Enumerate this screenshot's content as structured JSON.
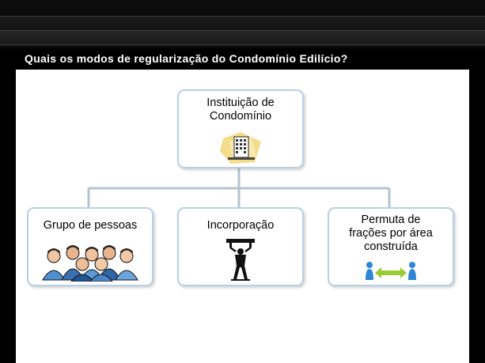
{
  "slide": {
    "title": "Quais os modos de regularização do Condomínio Edilício?"
  },
  "diagram": {
    "root": {
      "label_line1": "Instituição de",
      "label_line2": "Condomínio",
      "icon": "building-icon"
    },
    "children": [
      {
        "label": "Grupo de pessoas",
        "icon": "people-group-icon"
      },
      {
        "label": "Incorporação",
        "icon": "builder-figure-icon"
      },
      {
        "label_line1": "Permuta de",
        "label_line2": "frações por área",
        "label_line3": "construída",
        "icon": "exchange-arrows-icon"
      }
    ]
  },
  "colors": {
    "box_border": "#b9cfe4",
    "connector": "#b4c3d2",
    "arrow": "#9acd32",
    "figure": "#2e86d6"
  }
}
